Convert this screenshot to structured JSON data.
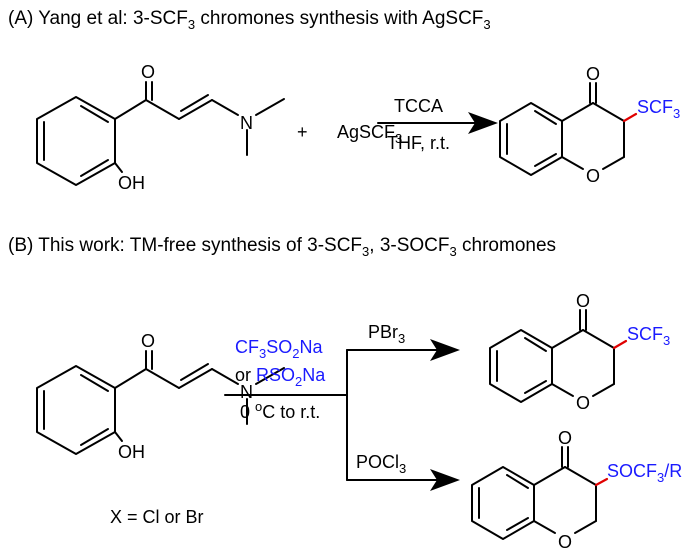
{
  "scheme_a": {
    "title_prefix": "(A) Yang et al: 3-SCF",
    "title_sub": "3",
    "title_suffix": " chromones synthesis with AgSCF",
    "title_sub2": "3",
    "plus": "+",
    "reagent_main": "AgSCF",
    "reagent_sub": "3",
    "arrow_top": "TCCA",
    "arrow_bottom": "THF, r.t.",
    "product_group_main": "SCF",
    "product_group_sub": "3"
  },
  "scheme_b": {
    "title_prefix": "(B) This work: TM-free synthesis of 3-SCF",
    "title_sub": "3",
    "title_mid": ", 3-SOCF",
    "title_sub2": "3",
    "title_suffix": " chromones",
    "reagent1_a": "CF",
    "reagent1_a_sub": "3",
    "reagent1_b": "SO",
    "reagent1_b_sub": "2",
    "reagent1_c": "Na",
    "reagent2_or": "or ",
    "reagent2_a": "RSO",
    "reagent2_a_sub": "2",
    "reagent2_b": "Na",
    "condition_a": "0 ",
    "condition_sup": "o",
    "condition_b": "C to r.t.",
    "upper_reagent_main": "PBr",
    "upper_reagent_sub": "3",
    "lower_reagent_main": "POCl",
    "lower_reagent_sub": "3",
    "x_note": "X = Cl or Br",
    "upper_group_main": "SCF",
    "upper_group_sub": "3",
    "lower_group_a": "SOCF",
    "lower_group_sub": "3",
    "lower_group_b": "/R"
  },
  "atoms": {
    "oxygen": "O",
    "nitrogen": "N",
    "hydroxyl": "OH"
  },
  "colors": {
    "reagent_blue": "#1a1aff",
    "bond_red": "#e00000",
    "text": "#000000"
  }
}
